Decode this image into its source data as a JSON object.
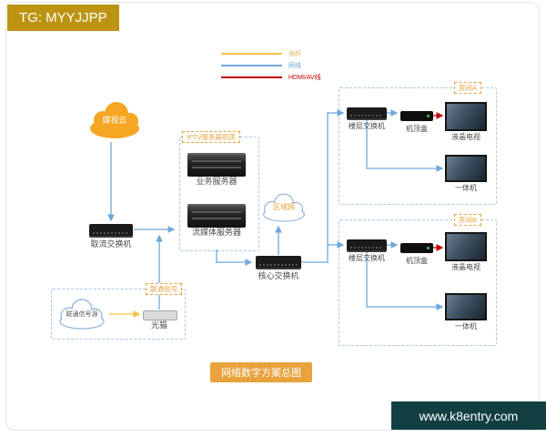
{
  "badges": {
    "tg": "TG: MYYJJPP",
    "watermark": "www.k8entry.com"
  },
  "title": "网络数字方案总图",
  "legend": [
    {
      "label": "光纤",
      "color": "#F5C242"
    },
    {
      "label": "网线",
      "color": "#6FA8DC"
    },
    {
      "label": "HDMI/AV线",
      "color": "#C00000"
    }
  ],
  "nodes": {
    "media_cloud": "媒视云",
    "iptv_room": "IPTV服务器机房",
    "business_server": "业务服务器",
    "streaming_server": "流媒体服务器",
    "stream_switch": "取流交换机",
    "regional_network": "区域网",
    "core_switch": "核心交换机",
    "unicom_signal": "联通信号",
    "unicom_source": "联通信号源",
    "optical_modem": "光猫"
  },
  "rooms": [
    {
      "label": "房间A",
      "floor_switch": "楼层交换机",
      "stb": "机顶盒",
      "tv": "液晶电视",
      "aio": "一体机"
    },
    {
      "label": "房间B",
      "floor_switch": "楼层交换机",
      "stb": "机顶盒",
      "tv": "液晶电视",
      "aio": "一体机"
    }
  ],
  "colors": {
    "fiber": "#F5C242",
    "ethernet": "#6FA8DC",
    "hdmi": "#C00000",
    "accent_orange": "#E8A33D",
    "media_cloud_fill": "#F5A623",
    "tg_badge_bg": "#BD9412",
    "watermark_bg": "#123F42"
  }
}
